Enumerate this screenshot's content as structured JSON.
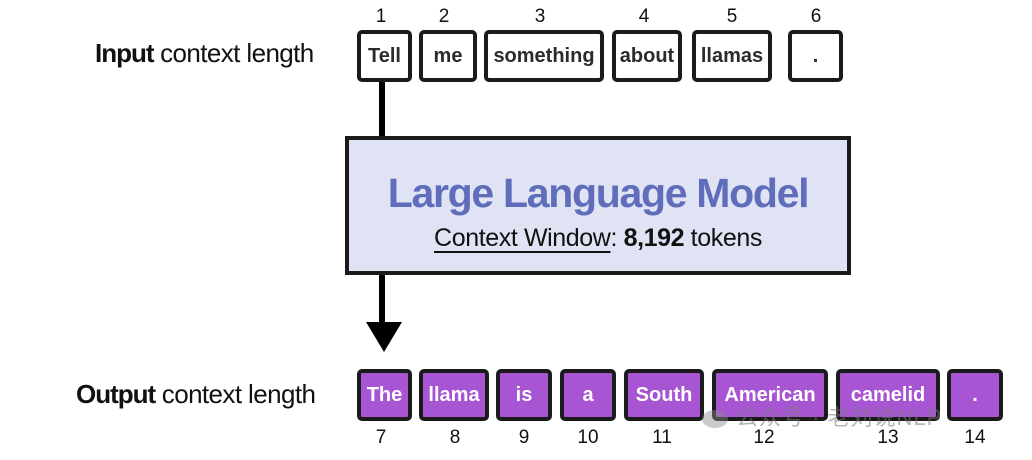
{
  "input": {
    "label_bold": "Input",
    "label_rest": " context length",
    "tokens": [
      {
        "num": "1",
        "text": "Tell"
      },
      {
        "num": "2",
        "text": "me"
      },
      {
        "num": "3",
        "text": "something"
      },
      {
        "num": "4",
        "text": "about"
      },
      {
        "num": "5",
        "text": "llamas"
      },
      {
        "num": "6",
        "text": "."
      }
    ]
  },
  "model": {
    "title": "Large Language Model",
    "context_label": "Context Window",
    "separator": ": ",
    "context_value": "8,192",
    "context_unit": " tokens"
  },
  "output": {
    "label_bold": "Output",
    "label_rest": " context length",
    "tokens": [
      {
        "num": "7",
        "text": "The"
      },
      {
        "num": "8",
        "text": "llama"
      },
      {
        "num": "9",
        "text": "is"
      },
      {
        "num": "10",
        "text": "a"
      },
      {
        "num": "11",
        "text": "South"
      },
      {
        "num": "12",
        "text": "American"
      },
      {
        "num": "13",
        "text": "camelid"
      },
      {
        "num": "14",
        "text": "."
      }
    ]
  },
  "watermark": {
    "text": "公众号 · 老刘说NLP"
  },
  "colors": {
    "output_token_fill": "#a855d4",
    "model_box_fill": "#dfe3f4",
    "model_title": "#5f6dba"
  }
}
